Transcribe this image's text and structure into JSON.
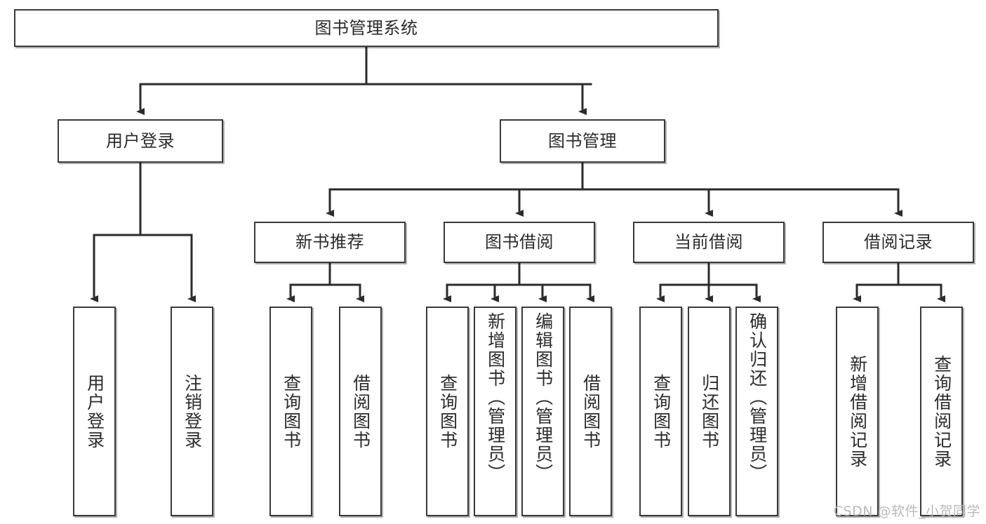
{
  "diagram": {
    "title": "图书管理系统",
    "type": "tree",
    "colors": {
      "box_border": "#3a3a3a",
      "box_fill": "#ffffff",
      "connector": "#2b2b2b",
      "text": "#2b2b2b",
      "watermark": "#b9b9b9",
      "background": "#ffffff"
    },
    "nodes": {
      "root": {
        "label": "图书管理系统"
      },
      "level2": [
        {
          "label": "用户登录"
        },
        {
          "label": "图书管理"
        }
      ],
      "level3": [
        {
          "label": "新书推荐"
        },
        {
          "label": "图书借阅"
        },
        {
          "label": "当前借阅"
        },
        {
          "label": "借阅记录"
        }
      ],
      "leaves": {
        "user_login": [
          {
            "label": "用户登录"
          },
          {
            "label": "注销登录"
          }
        ],
        "new_book": [
          {
            "label": "查询图书"
          },
          {
            "label": "借阅图书"
          }
        ],
        "book_borrow": [
          {
            "label": "查询图书"
          },
          {
            "label": "新增图书（管理员）"
          },
          {
            "label": "编辑图书（管理员）"
          },
          {
            "label": "借阅图书"
          }
        ],
        "current_borrow": [
          {
            "label": "查询图书"
          },
          {
            "label": "归还图书"
          },
          {
            "label": "确认归还（管理员）"
          }
        ],
        "borrow_record": [
          {
            "label": "新增借阅记录"
          },
          {
            "label": "查询借阅记录"
          }
        ]
      }
    },
    "watermark": "CSDN @软件_小贺同学"
  }
}
